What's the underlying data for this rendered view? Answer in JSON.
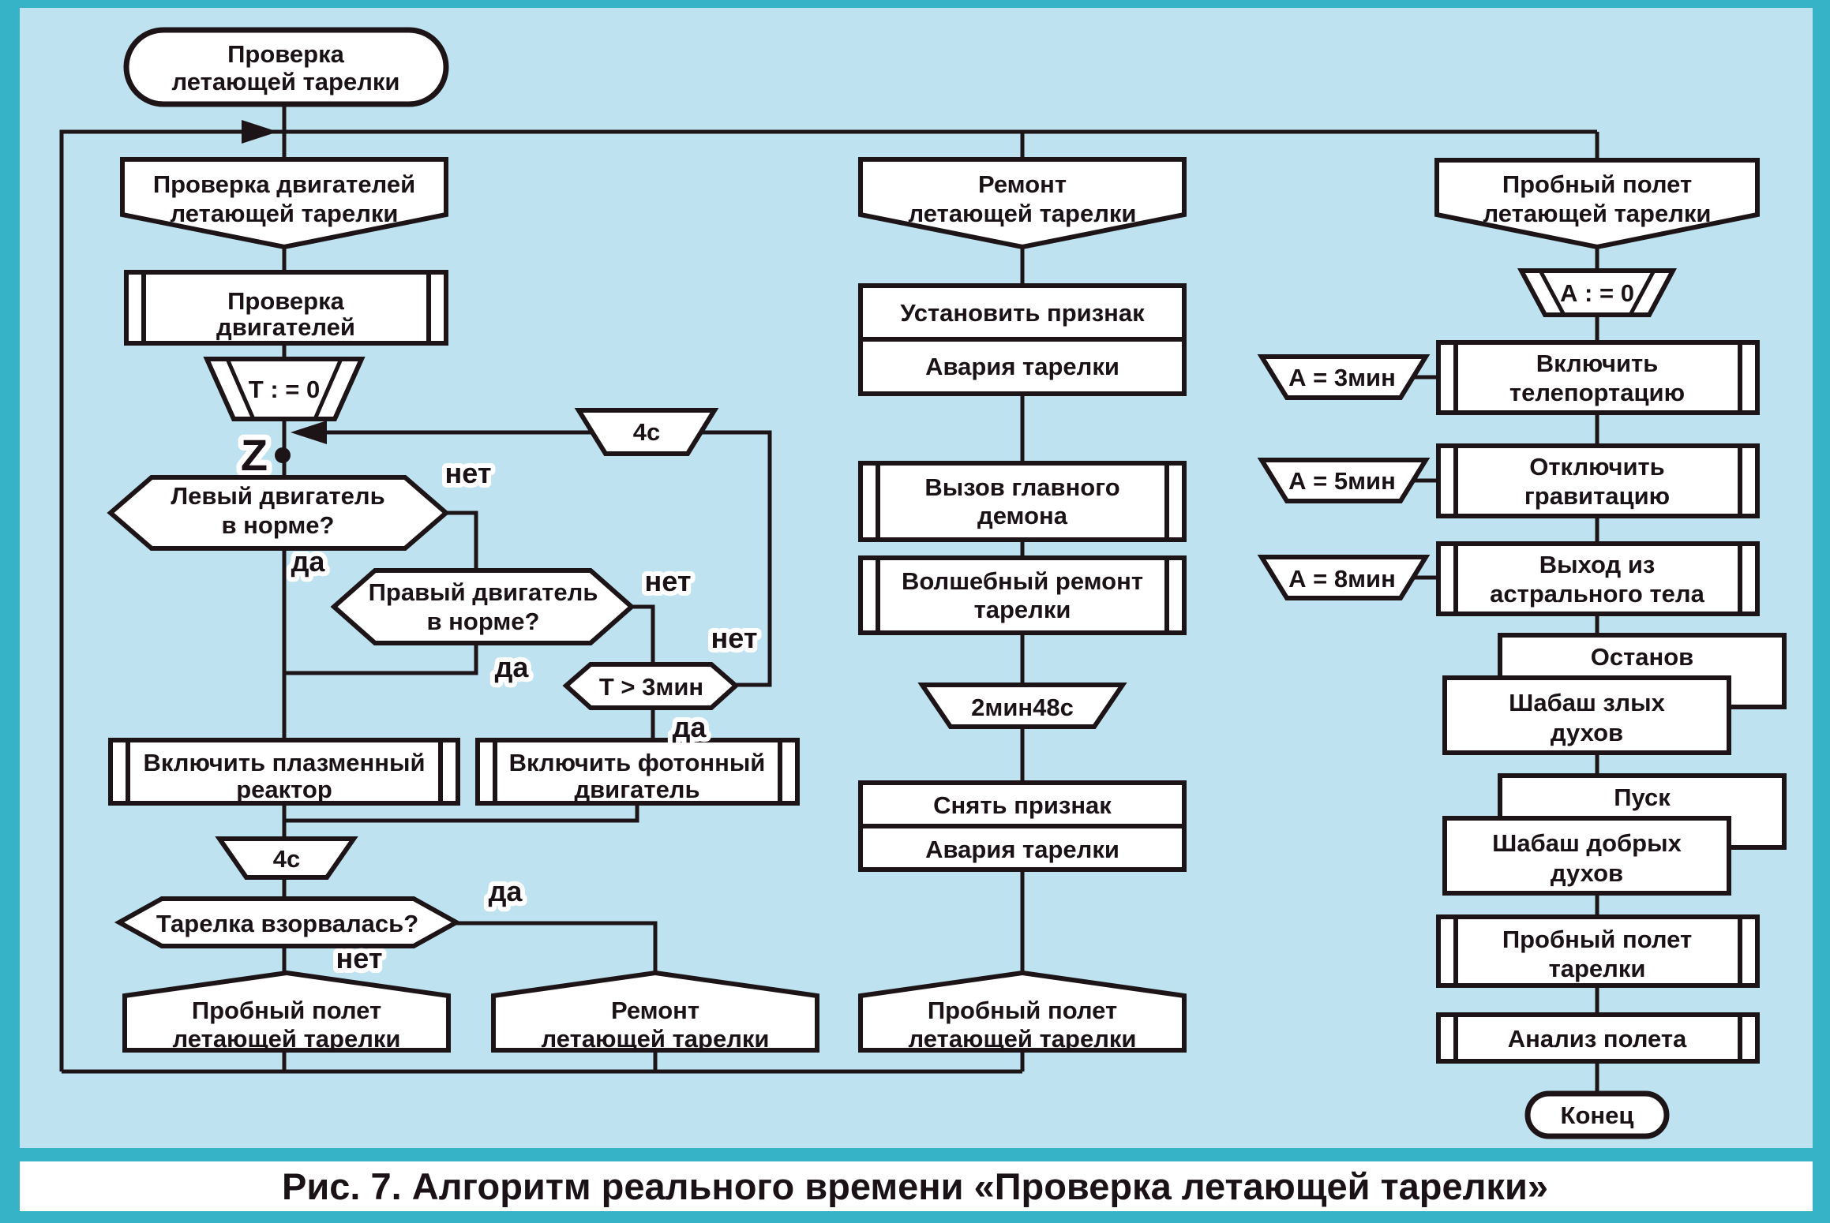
{
  "figure": {
    "caption": "Рис. 7. Алгоритм реального времени «Проверка летающей тарелки»"
  },
  "colors": {
    "background": "#bfe2f0",
    "frame_teal": "#36b3c7",
    "caption_band": "#ffffff",
    "shape_fill": "#ffffff",
    "line": "#1c1417"
  },
  "labels": {
    "yes": "да",
    "no": "нет",
    "z": "Z"
  },
  "nodes": {
    "start": [
      "Проверка",
      "летающей тарелки"
    ],
    "s2": [
      "Проверка двигателей",
      "летающей тарелки"
    ],
    "s3": [
      "Проверка",
      "двигателей"
    ],
    "t0": "Т : = 0",
    "delay4c_top": "4с",
    "h1": [
      "Левый двигатель",
      "в норме?"
    ],
    "h2": [
      "Правый двигатель",
      "в норме?"
    ],
    "h3": "Т > 3мин",
    "plasma": [
      "Включить плазменный",
      "реактор"
    ],
    "photon": [
      "Включить фотонный",
      "двигатель"
    ],
    "delay4c_bot": "4с",
    "h4": "Тарелка взорвалась?",
    "p5": [
      "Пробный полет",
      "летающей тарелки"
    ],
    "p6": [
      "Ремонт",
      "летающей тарелки"
    ],
    "s8": [
      "Ремонт",
      "летающей тарелки"
    ],
    "r9": [
      "Установить признак",
      "Авария тарелки"
    ],
    "d10": [
      "Вызов главного",
      "демона"
    ],
    "d11": [
      "Волшебный ремонт",
      "тарелки"
    ],
    "t12": "2мин48с",
    "r13": [
      "Снять признак",
      "Авария тарелки"
    ],
    "p7": [
      "Пробный полет",
      "летающей тарелки"
    ],
    "s14": [
      "Пробный полет",
      "летающей тарелки"
    ],
    "a0": "А : = 0",
    "a3": "А = 3мин",
    "a5": "А = 5мин",
    "a8": "А = 8мин",
    "b16": [
      "Включить",
      "телепортацию"
    ],
    "b17": [
      "Отключить",
      "гравитацию"
    ],
    "b18": [
      "Выход из",
      "астрального тела"
    ],
    "stop": "Останов",
    "sabbath_evil": [
      "Шабаш злых",
      "духов"
    ],
    "launch": "Пуск",
    "sabbath_good": [
      "Шабаш добрых",
      "духов"
    ],
    "b21": [
      "Пробный полет",
      "тарелки"
    ],
    "b22": "Анализ полета",
    "end": "Конец"
  }
}
